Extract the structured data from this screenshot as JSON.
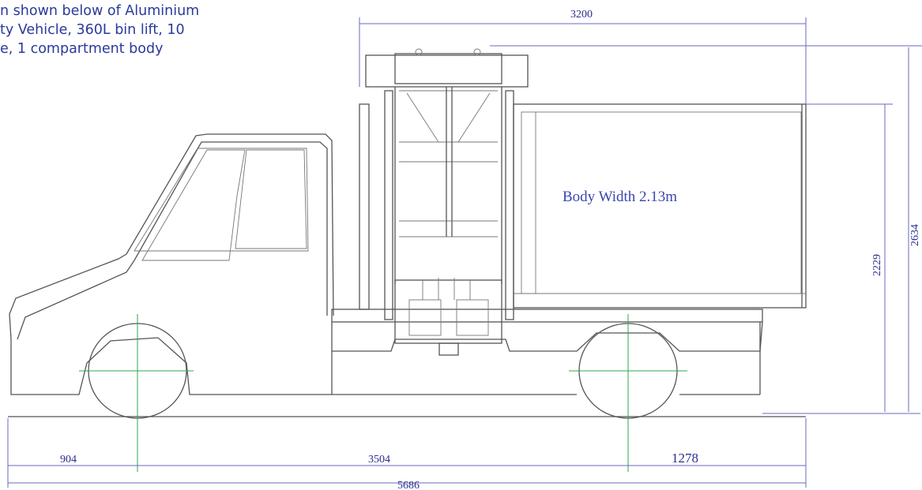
{
  "caption": {
    "lines": [
      "n shown below of Aluminium",
      "ty Vehicle, 360L bin lift, 10",
      "e, 1 compartment body"
    ]
  },
  "body_label": "Body Width 2.13m",
  "dimensions": {
    "top_length": "3200",
    "height_body": "2229",
    "height_total": "2634",
    "front_overhang": "904",
    "wheelbase": "3504",
    "rear_overhang": "1278",
    "overall_length": "5686"
  },
  "colors": {
    "caption": "#2a3a9c",
    "dimension": "#6a6ac0",
    "centerline": "#2aa84a"
  }
}
